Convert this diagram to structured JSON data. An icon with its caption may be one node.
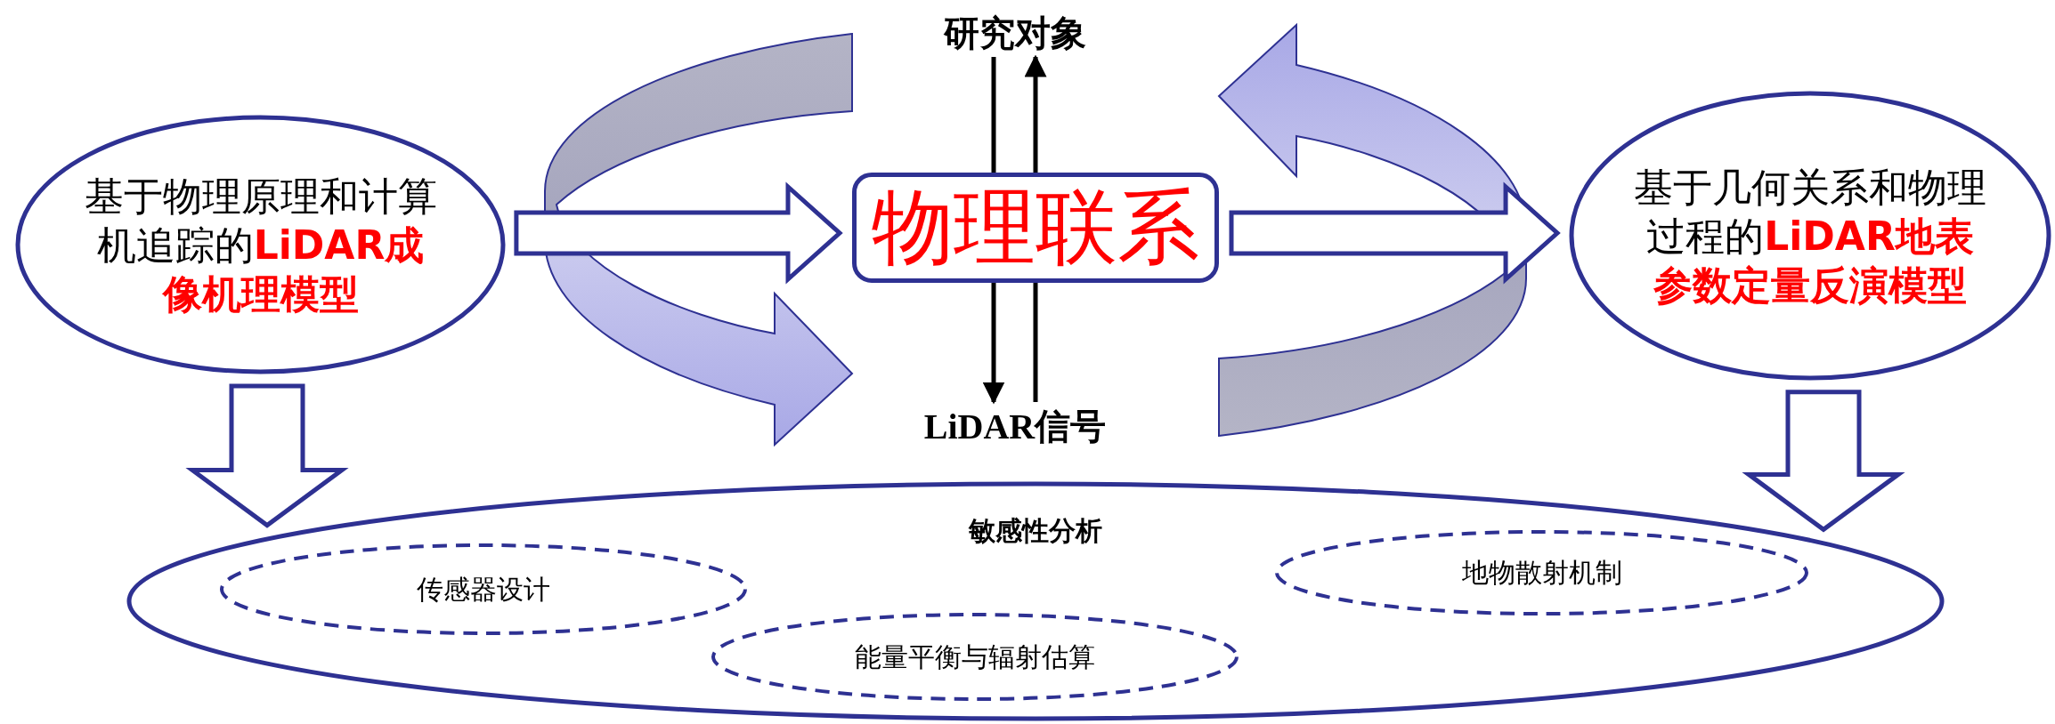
{
  "diagram": {
    "nodes": [
      {
        "text": [
          "研究对象"
        ]
      },
      {
        "text": [
          "基于物理原理和计算机追踪的**LiDAR成像机理模型**"
        ]
      },
      {
        "text": [
          "物理联系"
        ]
      },
      {
        "text": [
          "基于几何关系和物理过程的**LiDAR地表参数定量反演模型**"
        ]
      },
      {
        "text": [
          "LiDAR信号"
        ]
      },
      {
        "text": [
          "敏感性分析"
        ]
      },
      {
        "text": [
          "传感器设计"
        ],
        "in": 5
      },
      {
        "text": [
          "地物散射机制"
        ],
        "in": 5
      },
      {
        "text": [
          "能量平衡与辐射估算"
        ],
        "in": 5
      }
    ],
    "edges": [
      {
        "from": 0,
        "to": 2,
        "arrow": "none",
        "color": "#000000"
      },
      {
        "from": 2,
        "to": 4,
        "arrow": "to",
        "color": "#000000"
      },
      {
        "from": 4,
        "to": 2,
        "arrow": "none",
        "color": "#000000"
      },
      {
        "from": 2,
        "to": 0,
        "arrow": "to",
        "color": "#000000"
      },
      {
        "from": 1,
        "to": 2,
        "arrow": "to",
        "style": "thick"
      },
      {
        "from": 2,
        "to": 3,
        "arrow": "to",
        "style": "thick"
      },
      {
        "from": 1,
        "to": 5,
        "arrow": "to",
        "style": "thick"
      },
      {
        "from": 3,
        "to": 5,
        "arrow": "to",
        "style": "thick"
      }
    ]
  }
}
